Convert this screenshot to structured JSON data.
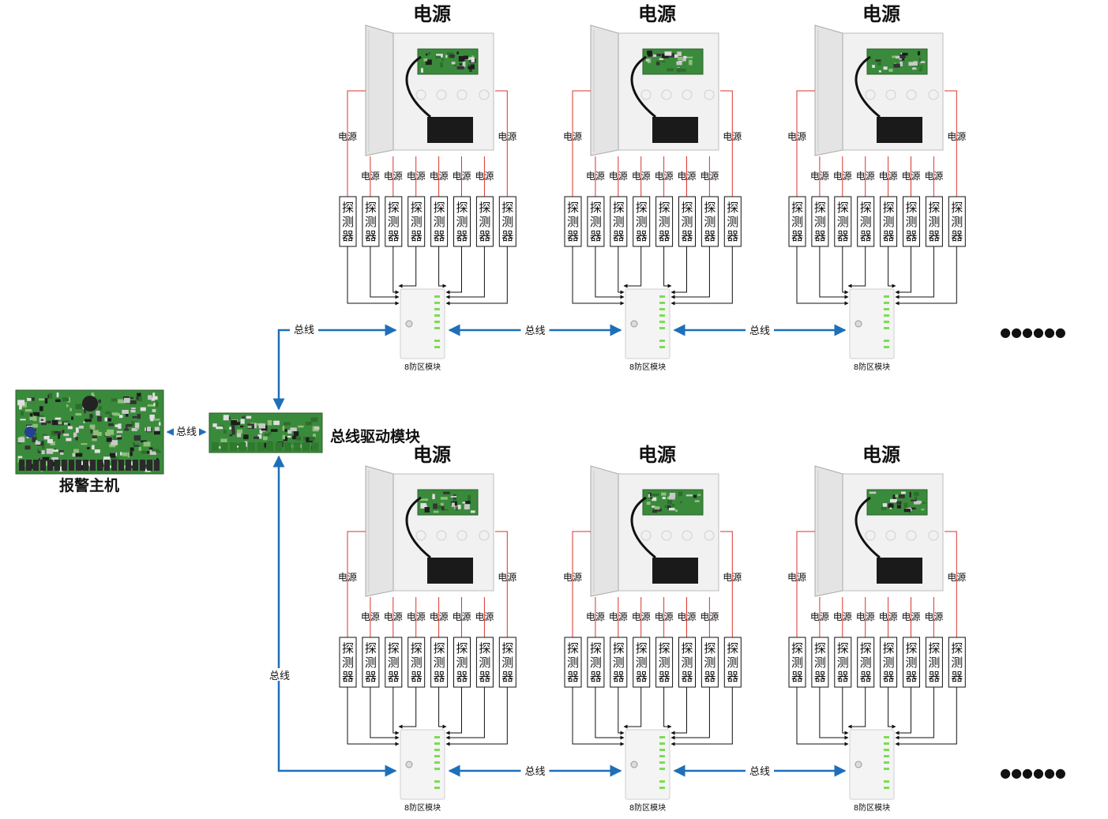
{
  "labels": {
    "power": "电源",
    "detector": "探测器",
    "bus": "总线",
    "zone_module": "8防区模块",
    "bus_driver": "总线驱动模块",
    "alarm_host": "报警主机",
    "ellipsis": "●●●●●●"
  },
  "colors": {
    "bus": "#1f6fb8",
    "power_wire": "#d9342b",
    "signal_wire": "#111111",
    "pcb_green": "#3a8a3c",
    "cabinet": "#ececec",
    "led": "#7ddc54"
  },
  "diagram": {
    "rows": 2,
    "groups_per_row": 3,
    "detectors_per_group": 8,
    "inner_power_labels_per_group": 6
  }
}
